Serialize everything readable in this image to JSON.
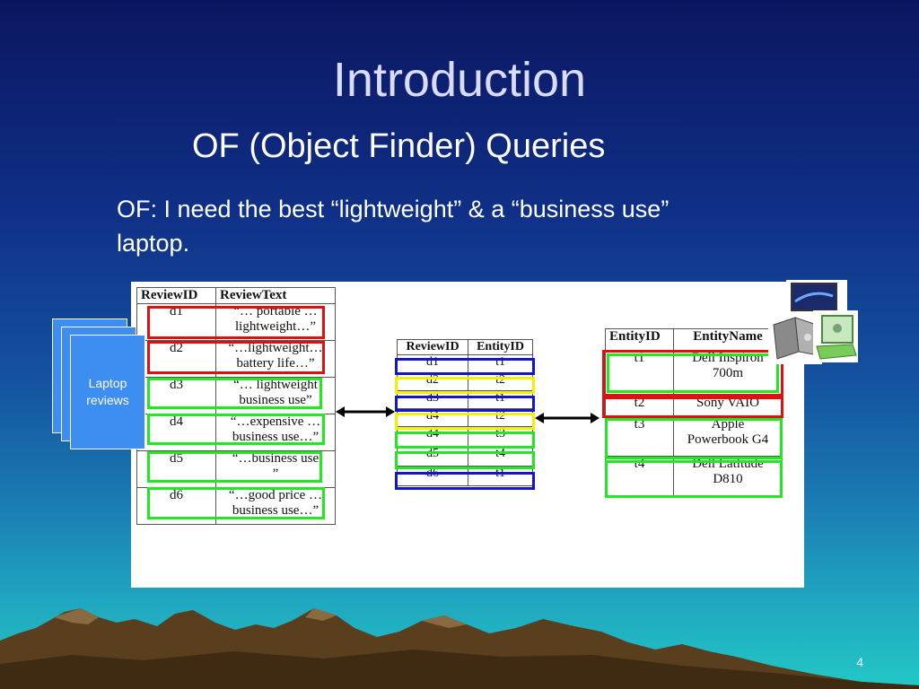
{
  "slide": {
    "title": "Introduction",
    "subtitle": "OF (Object Finder)  Queries",
    "query_line1": "OF: I need the best “lightweight” &  a “business use”",
    "query_line2": "laptop.",
    "page_number": "4"
  },
  "documents": {
    "label": "Laptop\nreviews"
  },
  "review_table": {
    "headers": [
      "ReviewID",
      "ReviewText"
    ],
    "rows": [
      [
        "d1",
        "“… portable …",
        "lightweight…”"
      ],
      [
        "d2",
        "“…lightweight…",
        "battery life…”"
      ],
      [
        "d3",
        "“… lightweight",
        "business use”"
      ],
      [
        "d4",
        "“…expensive …",
        "business use…”"
      ],
      [
        "d5",
        "“…business use",
        "”"
      ],
      [
        "d6",
        "“…good price …",
        "business use…”"
      ]
    ]
  },
  "link_table": {
    "headers": [
      "ReviewID",
      "EntityID"
    ],
    "rows": [
      [
        "d1",
        "t1"
      ],
      [
        "d2",
        "t2"
      ],
      [
        "d3",
        "t1"
      ],
      [
        "d4",
        "t2"
      ],
      [
        "d4",
        "t3"
      ],
      [
        "d5",
        "t4"
      ],
      [
        "d6",
        "t1"
      ]
    ]
  },
  "entity_table": {
    "headers": [
      "EntityID",
      "EntityName"
    ],
    "rows": [
      [
        "t1",
        "Dell Inspiron",
        "700m"
      ],
      [
        "t2",
        "Sony VAIO",
        ""
      ],
      [
        "t3",
        "Apple",
        "Powerbook G4"
      ],
      [
        "t4",
        "Dell Latitude",
        "D810"
      ]
    ]
  },
  "colors": {
    "red": "#e01010",
    "green": "#22e822",
    "blue": "#1414c8",
    "yellow": "#f5f000",
    "doc_blue": "#3d8ef0"
  }
}
